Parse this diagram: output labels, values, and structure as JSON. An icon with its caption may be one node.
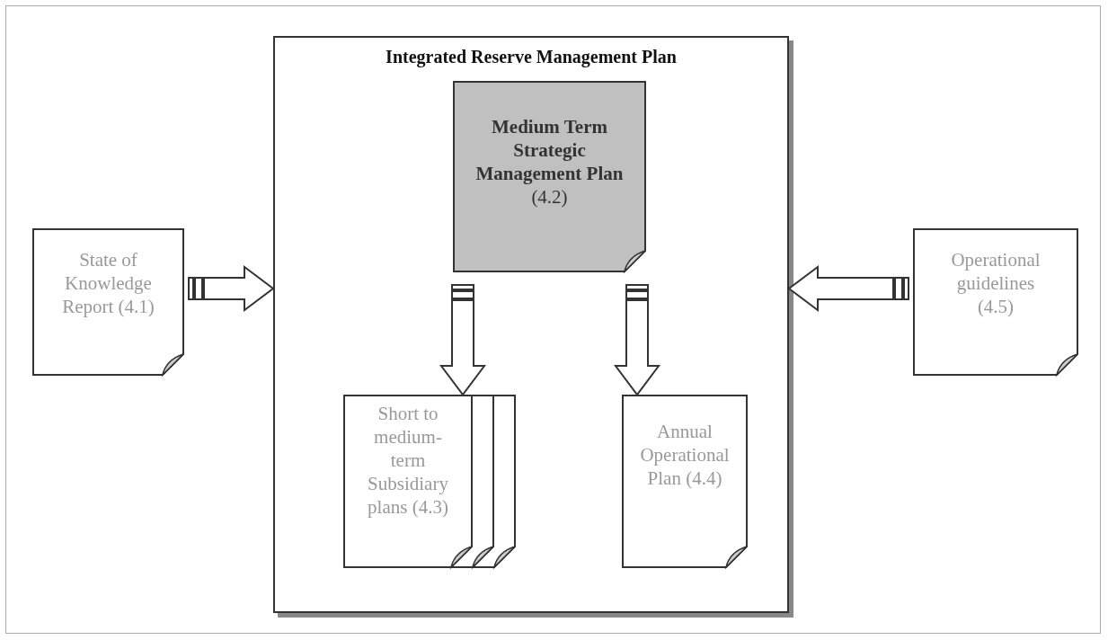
{
  "diagram": {
    "nodes": [
      {
        "text": [
          "Integrated Reserve Management Plan"
        ]
      },
      {
        "text": [
          "**Medium Term Strategic Management Plan** (4.2)"
        ],
        "in": 0
      },
      {
        "text": [
          "State of Knowledge Report (4.1)"
        ]
      },
      {
        "text": [
          "Short to medium-term Subsidiary plans (4.3)"
        ],
        "in": 0
      },
      {
        "text": [
          "Annual Operational Plan (4.4)"
        ],
        "in": 0
      },
      {
        "text": [
          "Operational guidelines (4.5)"
        ]
      }
    ],
    "edges": [
      {
        "from": 2,
        "to": 0,
        "arrow": "to"
      },
      {
        "from": 5,
        "to": 0,
        "arrow": "to"
      },
      {
        "from": 1,
        "to": 3,
        "arrow": "to"
      },
      {
        "from": 1,
        "to": 4,
        "arrow": "to"
      }
    ]
  }
}
